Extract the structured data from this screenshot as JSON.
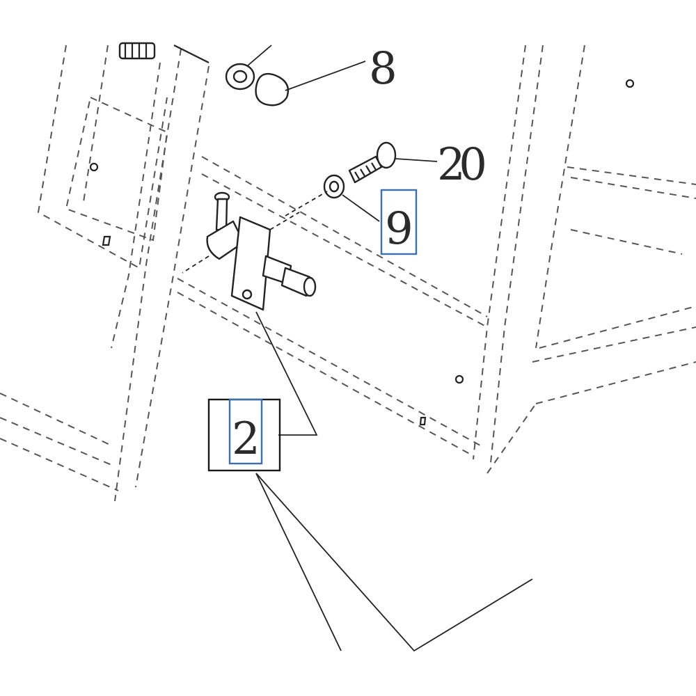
{
  "diagram": {
    "callouts": {
      "part_8": "8",
      "part_20": "2 0",
      "part_9": "9",
      "part_2": "2"
    },
    "highlight_color": "#3a6fb0"
  }
}
